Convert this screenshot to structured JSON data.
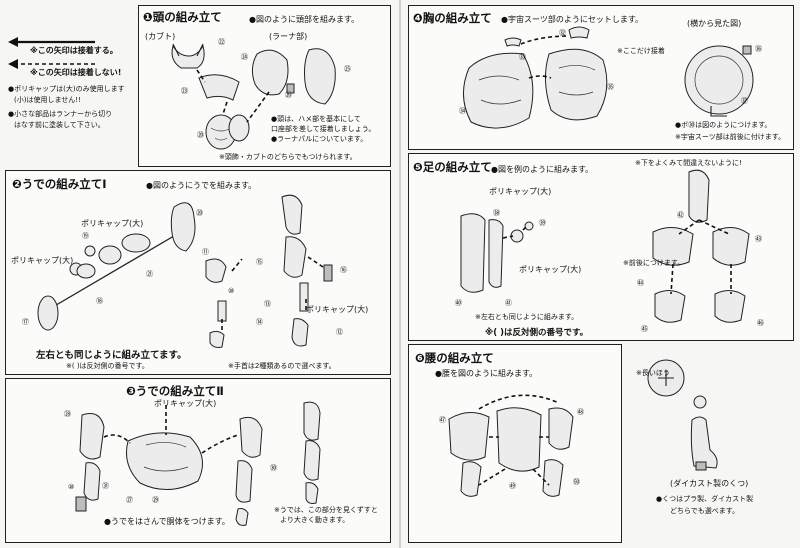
{
  "legend": {
    "arrow_solid": "※この矢印は接着する。",
    "arrow_dashed": "※この矢印は接着しない!",
    "note1": "●ポリキャップは(大)のみ使用します",
    "note1b": "(小)は使用しません!!",
    "note2": "●小さな部品はランナーから切り",
    "note2b": "はなす前に塗装して下さい。"
  },
  "s1": {
    "title": "❶頭の組み立て",
    "desc": "●図のように頭部を組みます。",
    "label_kabuto": "(カブト)",
    "label_ranaa": "(ラーナ部)",
    "note_a": "●頭は、ハメ部を基本にして",
    "note_b": "口座部を差して接着しましょう。",
    "note_c": "●ラーナパルについています。",
    "note_bottom": "※頭飾・カブトのどちらでもつけられます。",
    "nums": [
      "㉒",
      "㉓",
      "㉔",
      "㉕",
      "㉖",
      "⑳"
    ]
  },
  "s2": {
    "title": "❷うでの組み立てⅠ",
    "desc": "●図のようにうでを組みます。",
    "poly_large": "ポリキャップ(大)",
    "poly_large2": "ポリキャップ(大)",
    "poly_large3": "ポリキャップ(大)",
    "caption": "左右とも同じように組み立てます。",
    "note_num": "※( )は反対側の番号です。",
    "note_hand": "※手首は2種類あるので選べます。",
    "nums": [
      "⑳",
      "⑲",
      "㉑",
      "⑱",
      "⑰",
      "⑮",
      "⑭",
      "⑯",
      "⑬",
      "⑫",
      "⑪",
      "⑩"
    ]
  },
  "s3": {
    "title": "❸うでの組み立てⅡ",
    "poly_large": "ポリキャップ(大)",
    "caption": "●うでをはさんで胴体をつけます。",
    "note_a": "※うでは、この部分を見くずすと",
    "note_b": "より大きく動きます。",
    "nums": [
      "㉘",
      "㉗",
      "㉙",
      "㉚",
      "㉛",
      "⑩"
    ]
  },
  "s4": {
    "title": "❹胸の組み立て",
    "desc": "●宇宙スーツ部のようにセットします。",
    "side_view": "(横から見た図)",
    "only_here": "※ここだけ接着",
    "note_a": "●ボ㉚は図のようにつけます。",
    "note_b": "※宇宙スーツ部は前後に付けます。",
    "nums": [
      "㉜",
      "㉝",
      "㉞",
      "㉟",
      "㊱",
      "㊲"
    ]
  },
  "s5": {
    "title": "❺足の組み立て",
    "desc": "●図を例のように組みます。",
    "warn": "※下をよくみて間違えないように!",
    "poly_large": "ポリキャップ(大)",
    "poly_large2": "ポリキャップ(大)",
    "note_same": "※左右とも同じように組みます。",
    "note_num": "※( )は反対側の番号です。",
    "note_vert": "※前後につけます。",
    "note_pin": "※長いほう",
    "nums": [
      "㊳",
      "㊴",
      "㊵",
      "㊶",
      "㊷",
      "㊸",
      "㊹",
      "㊺",
      "㊻"
    ]
  },
  "s6": {
    "title": "❻腰の組み立て",
    "desc": "●腰を図のように組みます。",
    "diecast": "(ダイカスト製のくつ)",
    "note_a": "●くつはプラ製、ダイカスト製",
    "note_b": "どちらでも選べます。",
    "nums": [
      "㊼",
      "㊽",
      "㊾",
      "㊿"
    ]
  }
}
